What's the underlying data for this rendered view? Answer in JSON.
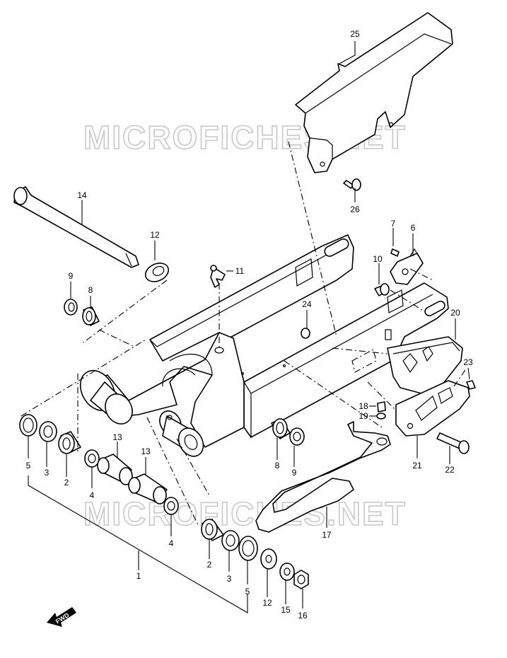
{
  "watermark": "MICROFICHES.NET",
  "fwd_label": "FWD",
  "colors": {
    "line": "#000000",
    "watermark": "#c8c8c8",
    "background": "#ffffff"
  },
  "callouts": [
    {
      "id": "c25",
      "label": "25"
    },
    {
      "id": "c26",
      "label": "26"
    },
    {
      "id": "c14",
      "label": "14"
    },
    {
      "id": "c12a",
      "label": "12"
    },
    {
      "id": "c11",
      "label": "11"
    },
    {
      "id": "c9a",
      "label": "9"
    },
    {
      "id": "c8a",
      "label": "8"
    },
    {
      "id": "c7",
      "label": "7"
    },
    {
      "id": "c6",
      "label": "6"
    },
    {
      "id": "c10",
      "label": "10"
    },
    {
      "id": "c24",
      "label": "24"
    },
    {
      "id": "c20",
      "label": "20"
    },
    {
      "id": "c23",
      "label": "23"
    },
    {
      "id": "c18",
      "label": "18"
    },
    {
      "id": "c19",
      "label": "19"
    },
    {
      "id": "c21",
      "label": "21"
    },
    {
      "id": "c22",
      "label": "22"
    },
    {
      "id": "c5a",
      "label": "5"
    },
    {
      "id": "c3a",
      "label": "3"
    },
    {
      "id": "c2a",
      "label": "2"
    },
    {
      "id": "c13a",
      "label": "13"
    },
    {
      "id": "c13b",
      "label": "13"
    },
    {
      "id": "c4a",
      "label": "4"
    },
    {
      "id": "c4b",
      "label": "4"
    },
    {
      "id": "c8b",
      "label": "8"
    },
    {
      "id": "c9b",
      "label": "9"
    },
    {
      "id": "c17",
      "label": "17"
    },
    {
      "id": "c1",
      "label": "1"
    },
    {
      "id": "c2b",
      "label": "2"
    },
    {
      "id": "c3b",
      "label": "3"
    },
    {
      "id": "c5b",
      "label": "5"
    },
    {
      "id": "c12b",
      "label": "12"
    },
    {
      "id": "c15",
      "label": "15"
    },
    {
      "id": "c16",
      "label": "16"
    }
  ]
}
